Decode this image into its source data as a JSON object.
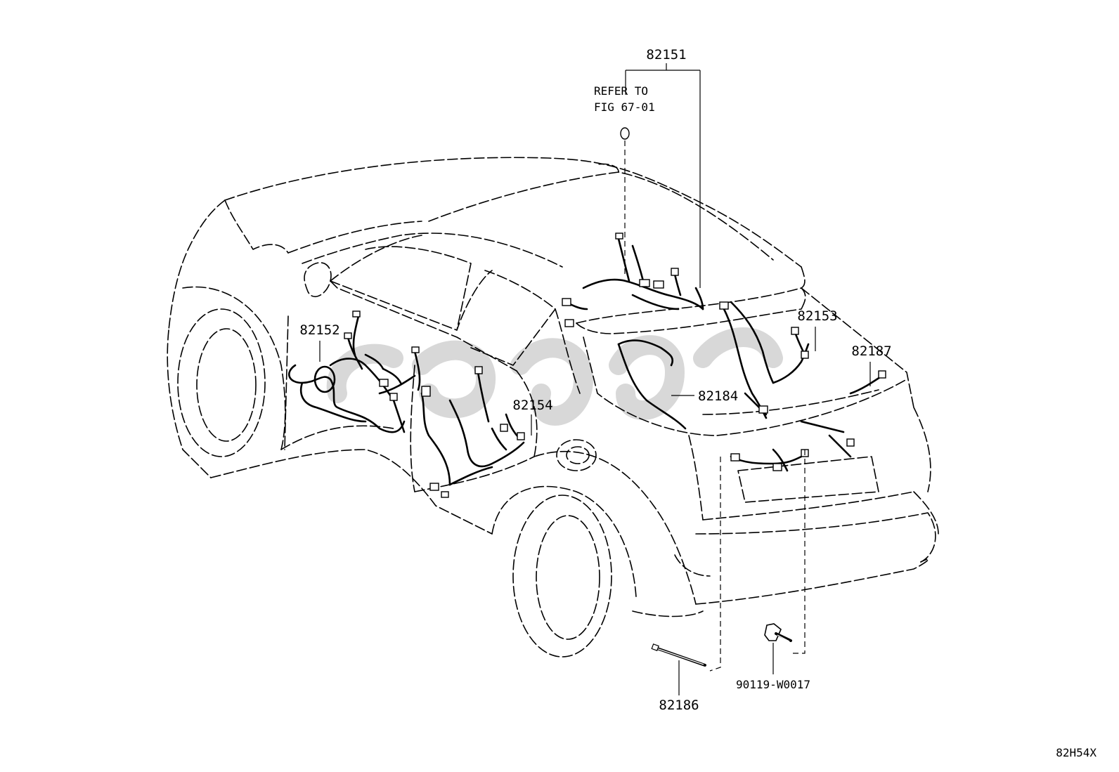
{
  "figure_code": "82H54X",
  "callouts": {
    "p82151": "82151",
    "refer_line1": "REFER TO",
    "refer_line2": "FIG 67-01",
    "p82152": "82152",
    "p82153": "82153",
    "p82154": "82154",
    "p82184": "82184",
    "p82187": "82187",
    "p82186": "82186",
    "p90119": "90119-W0017"
  },
  "colors": {
    "ink": "#000000",
    "watermark": "#b8b8b8",
    "background": "#ffffff"
  }
}
